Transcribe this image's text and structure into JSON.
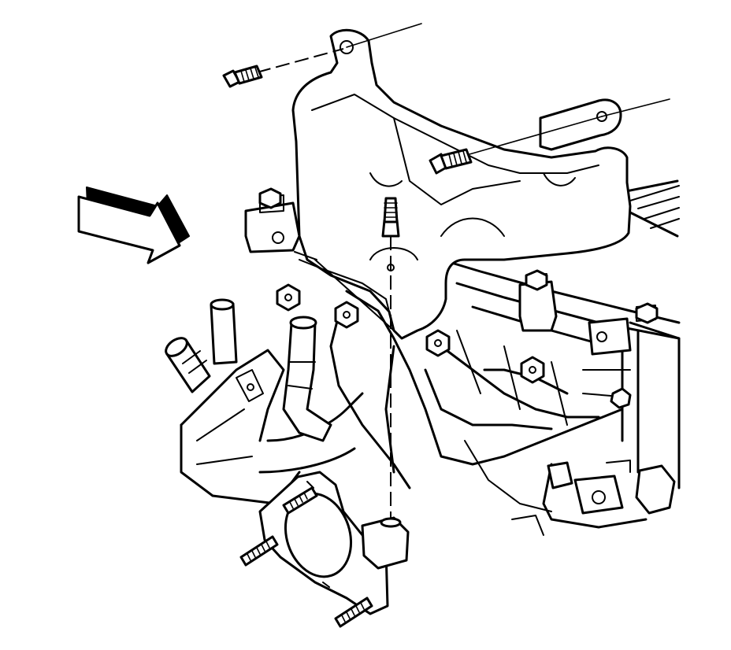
{
  "diagram": {
    "background": "#ffffff",
    "ink": "#000000",
    "components": [
      {
        "id": "heat-shield",
        "kind": "exhaust-manifold-heat-shield"
      },
      {
        "id": "exhaust-manifold",
        "kind": "exhaust-manifold"
      },
      {
        "id": "cylinder-head",
        "kind": "engine-cylinder-head"
      },
      {
        "id": "coolant-outlet",
        "kind": "coolant-pipe-housing"
      },
      {
        "id": "direction-arrow",
        "kind": "view-direction-arrow"
      }
    ],
    "fasteners": [
      {
        "id": "shield-bolt-upper-left",
        "kind": "bolt"
      },
      {
        "id": "shield-bolt-upper-right",
        "kind": "bolt"
      },
      {
        "id": "shield-bolt-center",
        "kind": "bolt"
      },
      {
        "id": "manifold-stud-1",
        "kind": "stud"
      },
      {
        "id": "manifold-stud-2",
        "kind": "stud"
      },
      {
        "id": "manifold-stud-3",
        "kind": "stud"
      },
      {
        "id": "manifold-nut-1",
        "kind": "nut"
      },
      {
        "id": "manifold-nut-2",
        "kind": "nut"
      },
      {
        "id": "manifold-nut-3",
        "kind": "nut"
      },
      {
        "id": "manifold-nut-4",
        "kind": "nut"
      },
      {
        "id": "manifold-nut-5",
        "kind": "nut"
      }
    ]
  }
}
